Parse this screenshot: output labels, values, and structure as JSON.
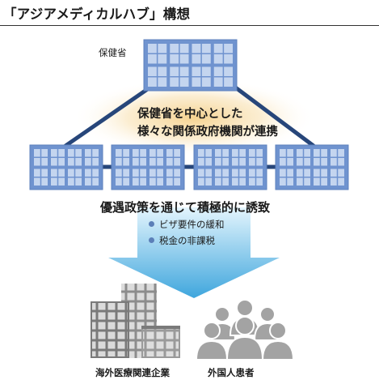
{
  "title": "「アジアメディカルハブ」構想",
  "ministry_label": "保健省",
  "center_text": {
    "line1": "保健省を中心とした",
    "line2": "様々な関係政府機関が連携"
  },
  "policy_text": "優遇政策を通じて積極的に誘致",
  "policy_items": [
    "ビザ要件の緩和",
    "税金の非課税"
  ],
  "targets": {
    "companies": "海外医療関連企業",
    "patients": "外国人患者"
  },
  "colors": {
    "building": "#6f93cf",
    "window": "#c4d5ef",
    "network_line": "#27467a",
    "glow": "#f5d08a",
    "arrow_top": "#dff3fd",
    "arrow_bottom": "#3fa6dd",
    "bullet": "#5b7fb8",
    "icon_gray": "#8c8c8c"
  },
  "icons": [
    "government-building-icon",
    "office-buildings-icon",
    "people-group-icon"
  ]
}
